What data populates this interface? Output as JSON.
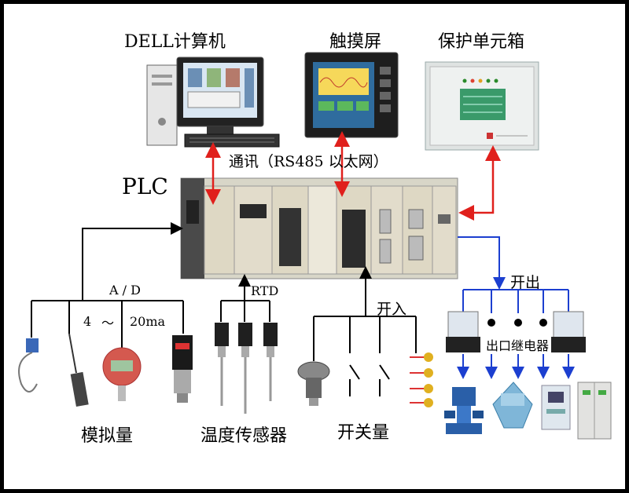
{
  "labels": {
    "computer": "DELL计算机",
    "touchscreen": "触摸屏",
    "protection": "保护单元箱",
    "comm": "通讯（RS485 以太网）",
    "plc": "PLC",
    "ad": "A / D",
    "range_4": "4",
    "tilde": "～",
    "range_20": "20ma",
    "rtd": "RTD",
    "di": "开入",
    "do": "开出",
    "relay": "出口继电器",
    "analog": "模拟量",
    "temp": "温度传感器",
    "switch": "开关量"
  },
  "colors": {
    "comm_arrow": "#e0201c",
    "output_arrow": "#1c3fd0",
    "signal_line": "#000000",
    "device_gray": "#c8ccc4"
  }
}
